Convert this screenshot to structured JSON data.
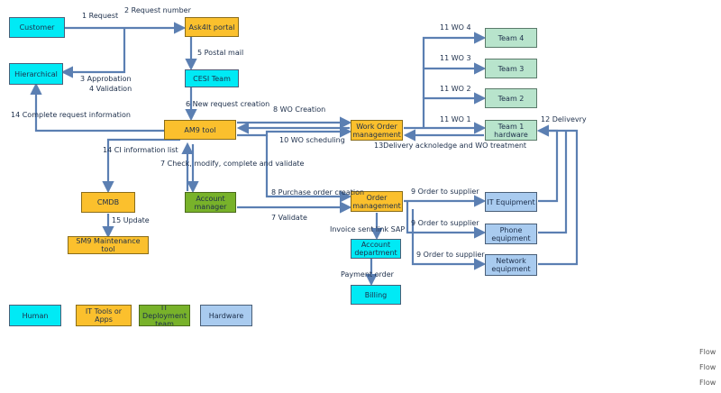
{
  "nodes": {
    "customer": "Customer",
    "ask4it": "Ask4It portal",
    "hierarchical": "Hierarchical",
    "cesi": "CESI Team",
    "am9": "AM9 tool",
    "wom": "Work Order management",
    "team4": "Team 4",
    "team3": "Team 3",
    "team2": "Team 2",
    "team1": "Team 1 hardware",
    "cmdb": "CMDB",
    "account_manager": "Account manager",
    "order_mgmt": "Order management",
    "it_equipment": "IT Equipment",
    "phone_equipment": "Phone equipment",
    "network_equipment": "Network equipment",
    "sm9": "SM9 Maintenance tool",
    "account_dept": "Account department",
    "billing": "Billing"
  },
  "labels": {
    "l1": "1 Request",
    "l2": "2 Request number",
    "l3": "3 Approbation",
    "l4": "4 Validation",
    "l5": "5 Postal mail",
    "l6": "6 New request creation",
    "l7a": "7 Check, modify, complete and validate",
    "l7b": "7 Validate",
    "l8a": "8 WO Creation",
    "l8b": "8 Purchase order creation",
    "l9a": "9 Order to supplier",
    "l9b": "9 Order to supplier",
    "l9c": "9 Order to supplier",
    "l10": "10 WO scheduling",
    "l11_1": "11 WO 1",
    "l11_2": "11 WO 2",
    "l11_3": "11 WO 3",
    "l11_4": "11 WO 4",
    "l12": "12 Delivevry",
    "l13": "13Delivery acknoledge and WO treatment",
    "l14a": "14 Complete request information",
    "l14b": "14 CI information list",
    "l15": "15 Update",
    "invoice": "Invoice sent link SAP",
    "payment": "Payment order"
  },
  "legend": {
    "human": "Human",
    "tools": "IT Tools or Apps",
    "deploy": "IT Deployment team",
    "hardware": "Hardware"
  },
  "flow_labels": [
    "Flow",
    "Flow",
    "Flow"
  ],
  "colors": {
    "human": "#00eaf5",
    "tool": "#fbc02d",
    "deploy": "#78b22a",
    "team": "#b8e4cc",
    "hardware": "#a9cbef",
    "arrow": "#5b7fb2"
  }
}
